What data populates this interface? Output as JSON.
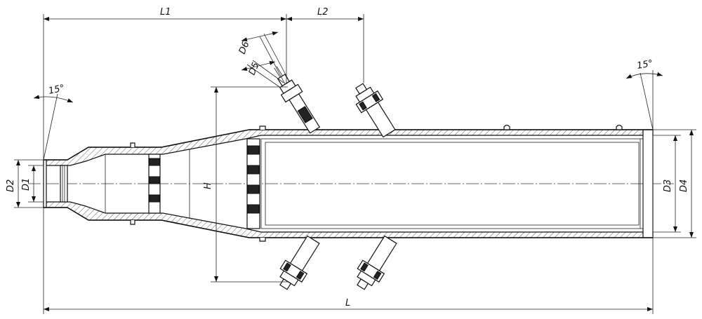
{
  "labels": {
    "L": "L",
    "L1": "L1",
    "L2": "L2",
    "H": "H",
    "D1": "D1",
    "D2": "D2",
    "D3": "D3",
    "D4": "D4",
    "D5": "D5",
    "D6": "D6",
    "angle_left": "15°",
    "angle_right": "15°"
  }
}
